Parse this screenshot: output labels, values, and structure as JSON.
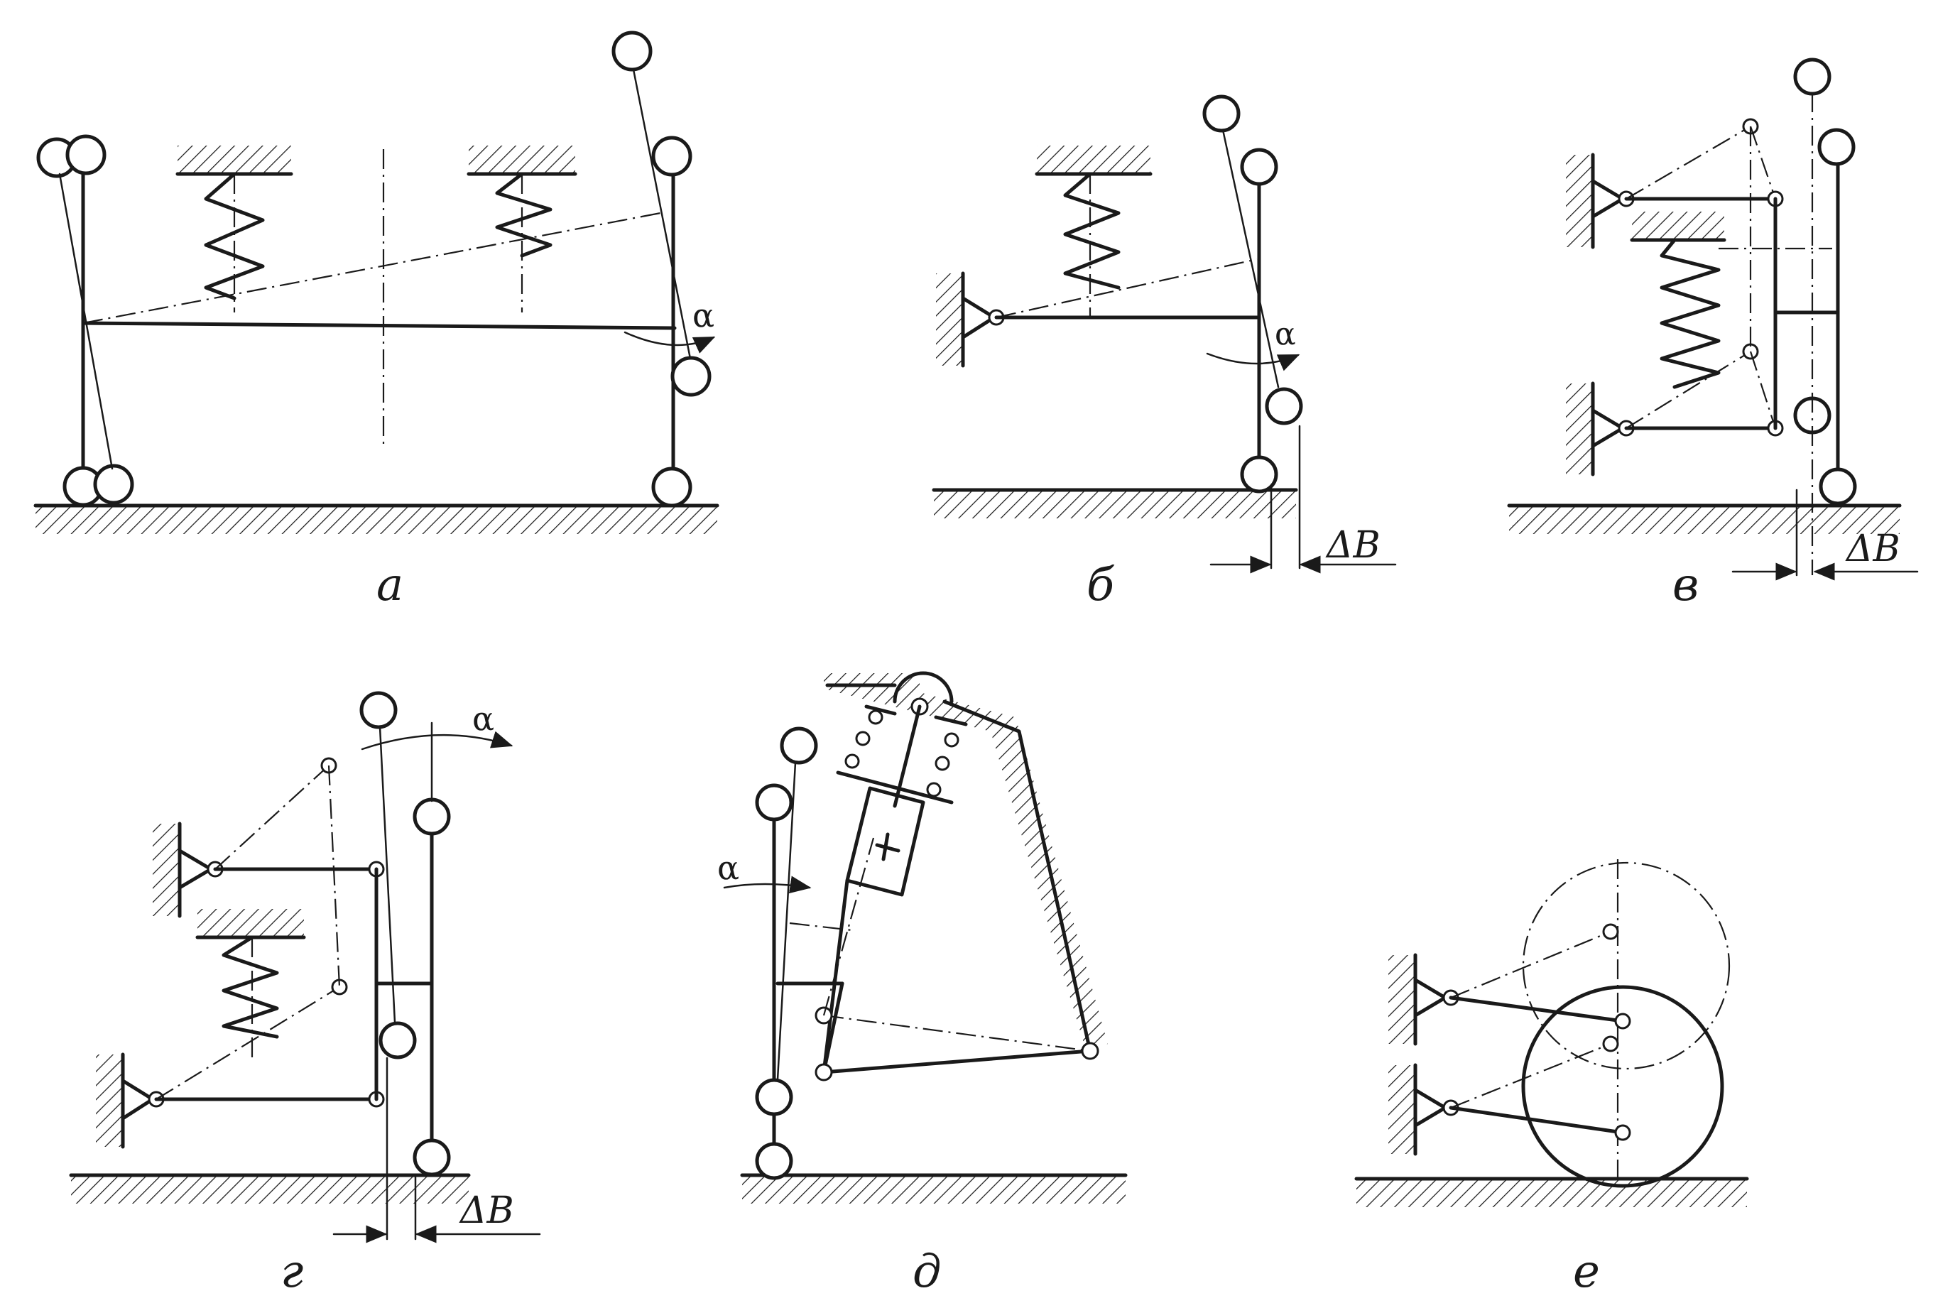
{
  "panels": {
    "a": {
      "label": "а",
      "angle": "α"
    },
    "b": {
      "label": "б",
      "angle": "α",
      "delta": "ΔB"
    },
    "v": {
      "label": "в",
      "delta": "ΔB"
    },
    "g": {
      "label": "г",
      "angle": "α",
      "delta": "ΔB"
    },
    "d": {
      "label": "д",
      "angle": "α"
    },
    "e": {
      "label": "е"
    }
  },
  "colors": {
    "ink": "#1a1a1a",
    "paper": "#ffffff"
  }
}
